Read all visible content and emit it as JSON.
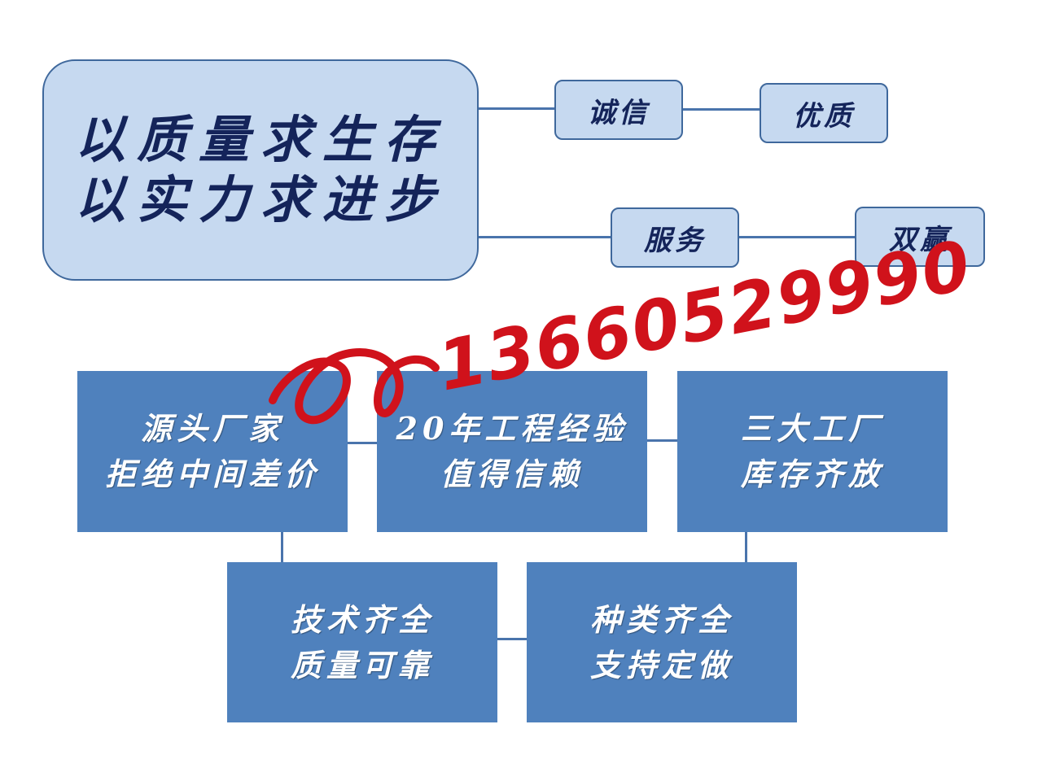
{
  "main": {
    "lines": [
      "以质量求生存",
      "以实力求进步"
    ]
  },
  "tags": {
    "chengxin": "诚信",
    "youzhi": "优质",
    "fuwu": "服务",
    "shuangying": "双赢"
  },
  "cards": {
    "source_factory": [
      "源头厂家",
      "拒绝中间差价"
    ],
    "experience": [
      "20年工程经验",
      "值得信赖"
    ],
    "factories": [
      "三大工厂",
      "库存齐放"
    ],
    "technology": [
      "技术齐全",
      "质量可靠"
    ],
    "variety": [
      "种类齐全",
      "支持定做"
    ]
  },
  "overlay": {
    "phone": "13660529990"
  },
  "colors": {
    "light_box": "#c6d9f0",
    "box_border": "#3f689c",
    "dark_text": "#14245a",
    "card_fill": "#4f81bd",
    "stamp_red": "#d0121b"
  }
}
